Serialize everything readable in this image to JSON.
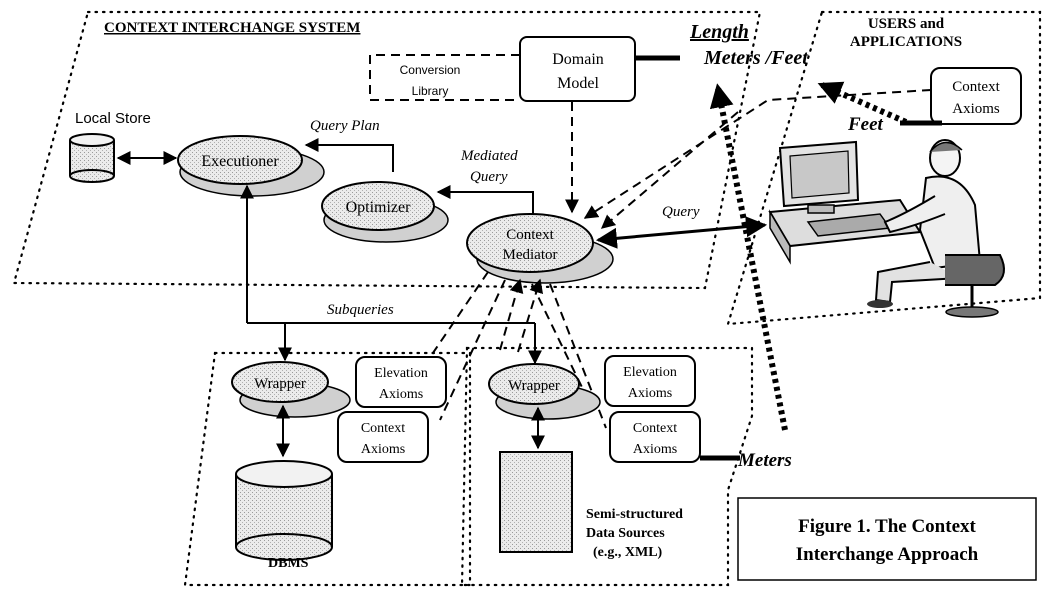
{
  "system_title": "CONTEXT INTERCHANGE SYSTEM",
  "users_title_line1": "USERS and",
  "users_title_line2": "APPLICATIONS",
  "domain_model_line1": "Domain",
  "domain_model_line2": "Model",
  "conversion_library_line1": "Conversion",
  "conversion_library_line2": "Library",
  "length_label": "Length",
  "units_label": "Meters /Feet",
  "context_axioms_user_line1": "Context",
  "context_axioms_user_line2": "Axioms",
  "feet_label": "Feet",
  "local_store_label": "Local Store",
  "executioner_label": "Executioner",
  "query_plan_label": "Query Plan",
  "optimizer_label": "Optimizer",
  "mediated_query_line1": "Mediated",
  "mediated_query_line2": "Query",
  "context_mediator_line1": "Context",
  "context_mediator_line2": "Mediator",
  "query_label": "Query",
  "subqueries_label": "Subqueries",
  "wrapper1_label": "Wrapper",
  "wrapper2_label": "Wrapper",
  "elevation_axioms1_line1": "Elevation",
  "elevation_axioms1_line2": "Axioms",
  "elevation_axioms2_line1": "Elevation",
  "elevation_axioms2_line2": "Axioms",
  "context_axioms1_line1": "Context",
  "context_axioms1_line2": "Axioms",
  "context_axioms2_line1": "Context",
  "context_axioms2_line2": "Axioms",
  "meters_label": "Meters",
  "dbms_label": "DBMS",
  "semi_line1": "Semi-structured",
  "semi_line2": "Data Sources",
  "semi_line3": "(e.g., XML)",
  "figure_caption_line1": "Figure 1. The Context",
  "figure_caption_line2": "Interchange Approach"
}
